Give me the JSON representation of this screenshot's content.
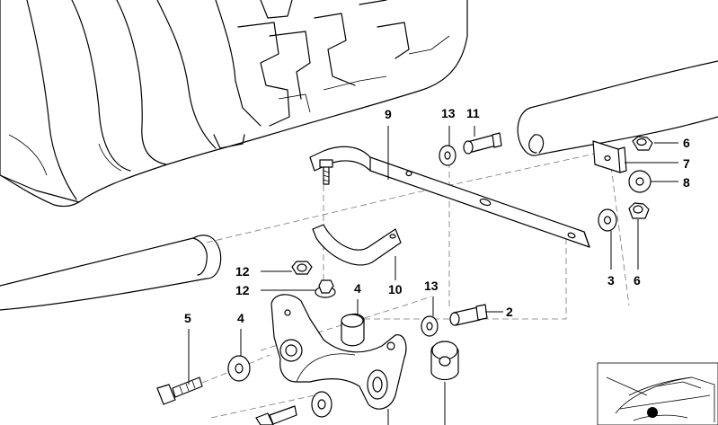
{
  "callouts": [
    {
      "id": "9",
      "text": "9"
    },
    {
      "id": "13a",
      "text": "13"
    },
    {
      "id": "11",
      "text": "11"
    },
    {
      "id": "6a",
      "text": "6"
    },
    {
      "id": "7",
      "text": "7"
    },
    {
      "id": "8",
      "text": "8"
    },
    {
      "id": "3",
      "text": "3"
    },
    {
      "id": "6b",
      "text": "6"
    },
    {
      "id": "12a",
      "text": "12"
    },
    {
      "id": "12b",
      "text": "12"
    },
    {
      "id": "10",
      "text": "10"
    },
    {
      "id": "4a",
      "text": "4"
    },
    {
      "id": "13b",
      "text": "13"
    },
    {
      "id": "2",
      "text": "2"
    },
    {
      "id": "5",
      "text": "5"
    },
    {
      "id": "4b",
      "text": "4"
    }
  ],
  "colors": {
    "line": "#000000",
    "background": "#ffffff",
    "dash": "#777777"
  }
}
